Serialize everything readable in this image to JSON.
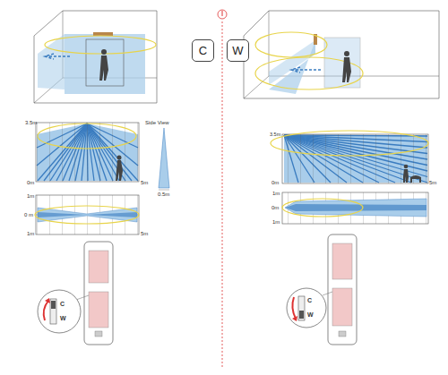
{
  "diagram": {
    "nodes": [
      {
        "text": [
          "C"
        ]
      },
      {
        "text": [
          "W"
        ]
      }
    ],
    "labels": [
      "3.5m",
      "0m",
      "5m",
      "Side View",
      "0.5m",
      "1m",
      "0 m",
      "1m",
      "5m",
      "C",
      "W",
      "3.5m",
      "0m",
      "5m",
      "1m",
      "0m",
      "1m",
      "C",
      "W"
    ]
  }
}
